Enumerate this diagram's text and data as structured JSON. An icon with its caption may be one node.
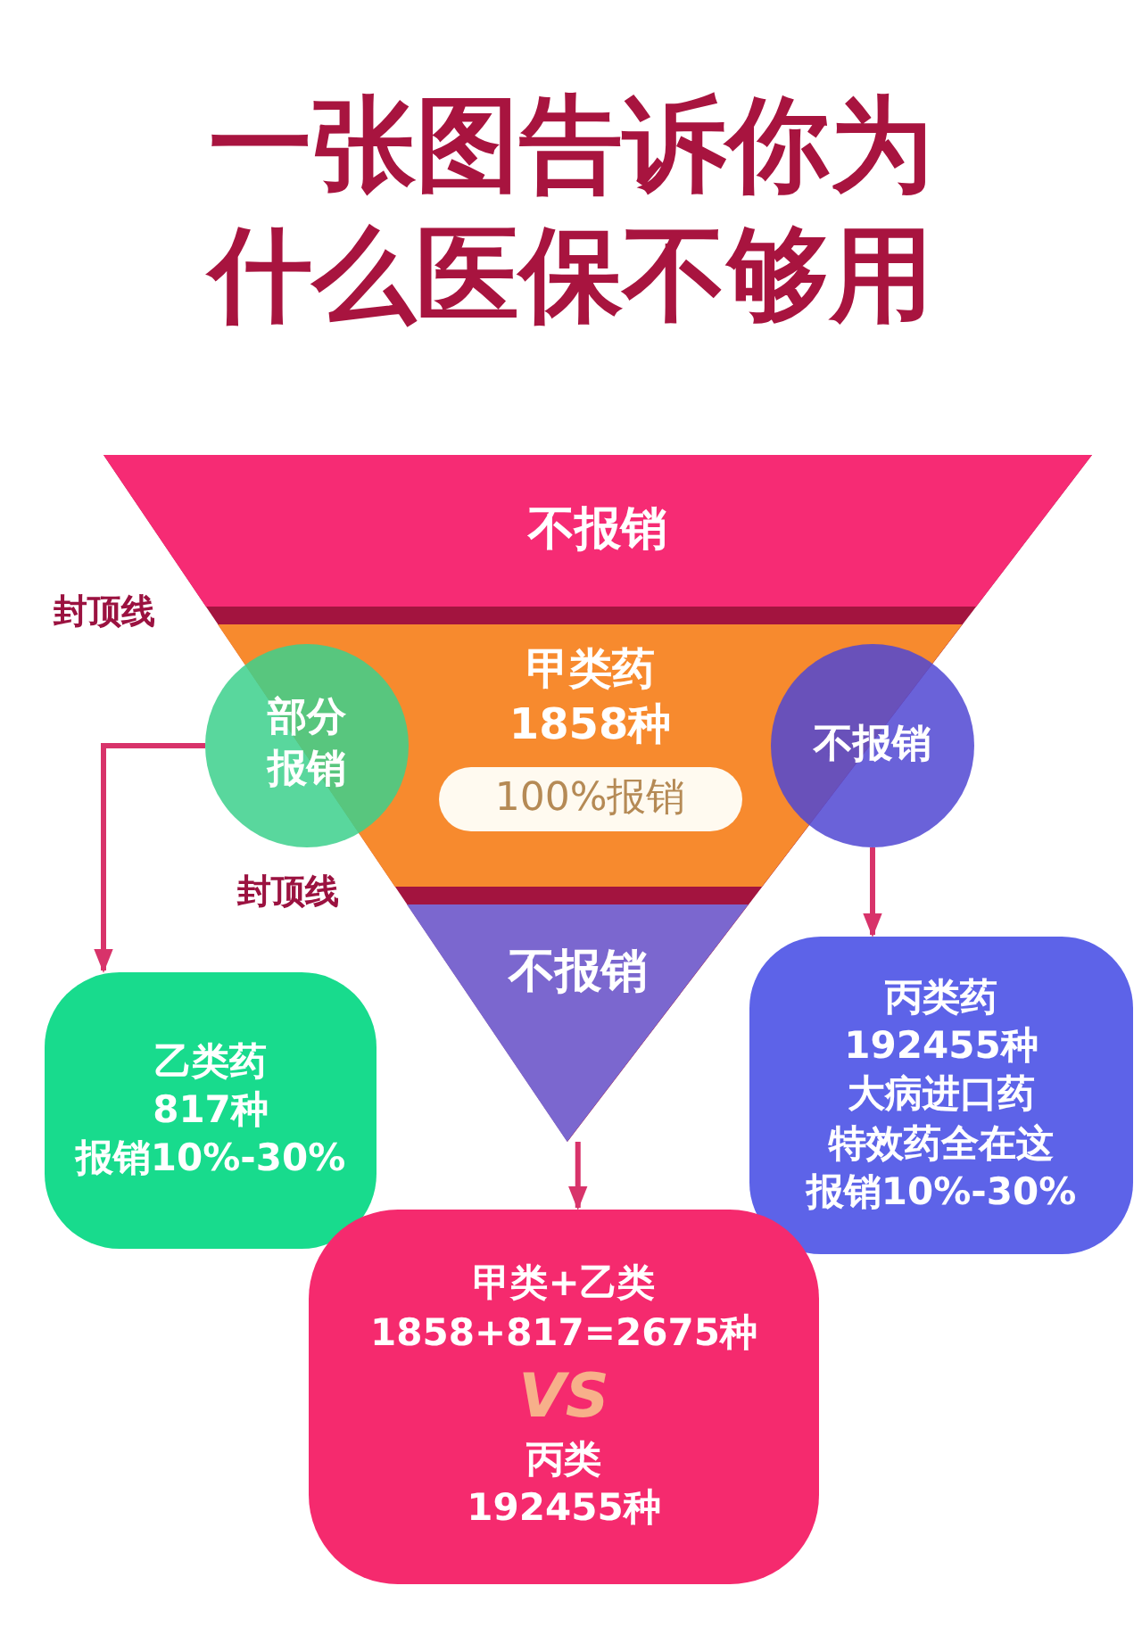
{
  "diagram": {
    "title": "一张图告诉你为什么医保不够用",
    "nodes": [
      {
        "text": [
          "不报销"
        ]
      },
      {
        "text": [
          "甲类药",
          "1858种"
        ]
      },
      {
        "text": [
          "100%报销"
        ],
        "in": 1
      },
      {
        "text": [
          "不报销"
        ]
      },
      {
        "text": [
          "部分报销"
        ]
      },
      {
        "text": [
          "不报销"
        ]
      },
      {
        "text": [
          "乙类药",
          "817种",
          "报销10%-30%"
        ]
      },
      {
        "text": [
          "丙类药",
          "192455种",
          "大病进口药",
          "特效药全在这",
          "报销10%-30%"
        ]
      },
      {
        "text": [
          "甲类+乙类",
          "1858+817=2675种",
          "VS",
          "丙类",
          "192455种"
        ]
      }
    ],
    "edges": [
      {
        "from": 4,
        "to": 6,
        "arrow": "to"
      },
      {
        "from": 5,
        "to": 7,
        "arrow": "to"
      },
      {
        "from": 3,
        "to": 8,
        "arrow": "to"
      }
    ],
    "labels": [
      "封顶线",
      "封顶线"
    ]
  }
}
